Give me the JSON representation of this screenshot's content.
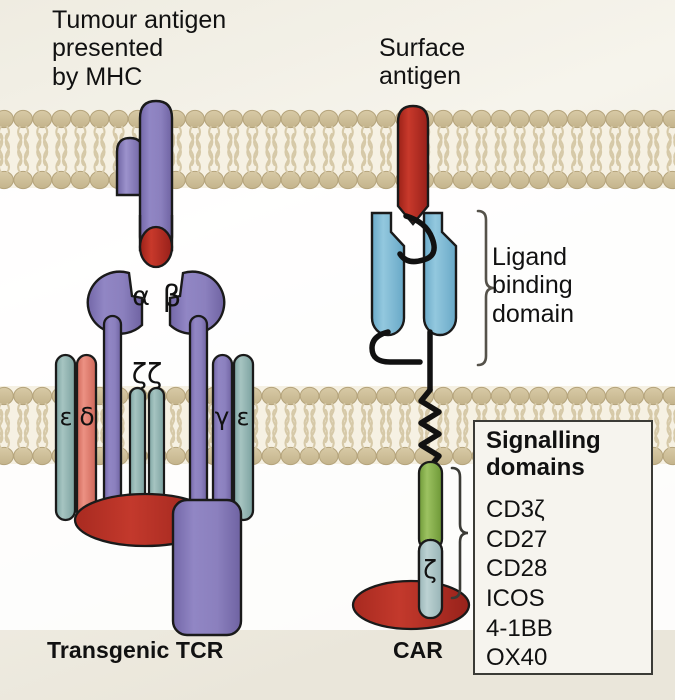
{
  "figure": {
    "title_left": "Tumour antigen\npresented\nby MHC",
    "title_right": "Surface\nantigen",
    "bracket_label_ligand": "Ligand\nbinding\ndomain",
    "caption_left": "Transgenic TCR",
    "caption_right": "CAR"
  },
  "signalling_box": {
    "title": "Signalling\ndomains",
    "items": [
      "CD3ζ",
      "CD27",
      "CD28",
      "ICOS",
      "4-1BB",
      "OX40"
    ]
  },
  "tcr_chain_labels": {
    "alpha": "α",
    "beta": "β",
    "zeta_pair": "ζζ",
    "epsilon_left": "ε",
    "delta": "δ",
    "gamma": "γ",
    "epsilon_right": "ε"
  },
  "car_chain_labels": {
    "zeta": "ζ"
  },
  "colors": {
    "background": "#f2efe6",
    "membrane_head": "#cfc09a",
    "membrane_core": "#f4efe2",
    "mhc_purple": "#8479b8",
    "peptide_red": "#bf2d21",
    "tcr_alpha_beta": "#7a6fb0",
    "cd3_epsilon_teal": "#8fb3b0",
    "cd3_delta_salmon": "#e07d6e",
    "cd3_gamma_purple": "#7a6fb0",
    "zeta_teal": "#8fb3b0",
    "scfv_blue": "#7cb7d4",
    "car_hinge_green": "#7fa644",
    "car_zeta_blue": "#a8c4c6",
    "lipid_raft_red": "#bf2d21",
    "box_border": "#3b3b36",
    "text": "#111111",
    "outline": "#1a1a1a"
  }
}
